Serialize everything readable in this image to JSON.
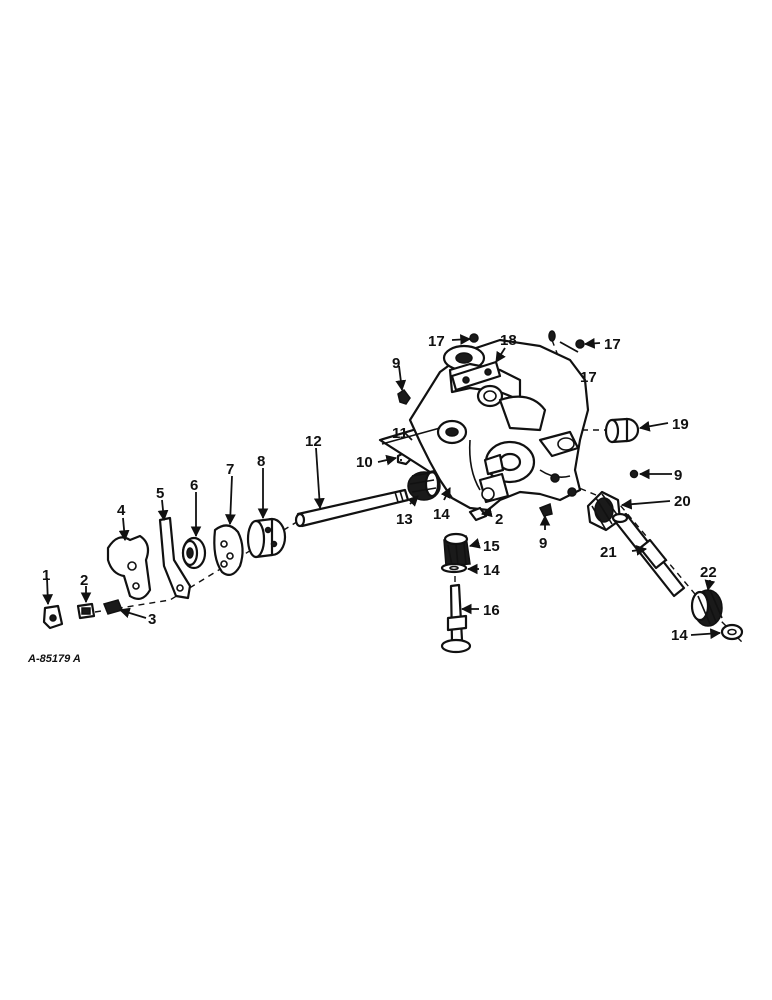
{
  "drawing_id": "A-85179 A",
  "callouts": {
    "c1": "1",
    "c2a": "2",
    "c2b": "2",
    "c3": "3",
    "c4": "4",
    "c5": "5",
    "c6": "6",
    "c7": "7",
    "c8": "8",
    "c9a": "9",
    "c9b": "9",
    "c9c": "9",
    "c10": "10",
    "c11": "11",
    "c12": "12",
    "c13": "13",
    "c14a": "14",
    "c14b": "14",
    "c14c": "14",
    "c15": "15",
    "c16": "16",
    "c17a": "17",
    "c17b": "17",
    "c17c": "17",
    "c18": "18",
    "c19": "19",
    "c20": "20",
    "c21": "21",
    "c22": "22"
  }
}
